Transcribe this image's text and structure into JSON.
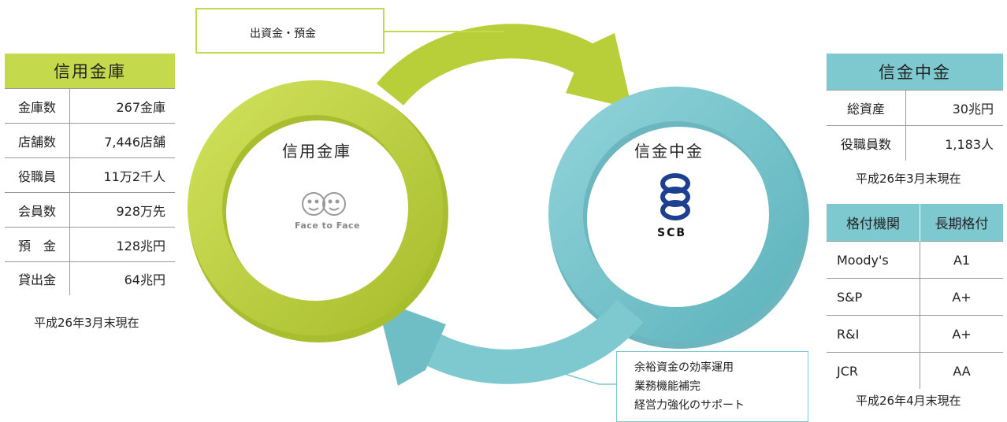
{
  "shinkin": {
    "title": "信用金庫",
    "rows": [
      {
        "label": "金庫数",
        "value": "267金庫"
      },
      {
        "label": "店舗数",
        "value": "7,446店舗"
      },
      {
        "label": "役職員",
        "value": "11万2千人"
      },
      {
        "label": "会員数",
        "value": "928万先"
      },
      {
        "label": "預　金",
        "value": "128兆円"
      },
      {
        "label": "貸出金",
        "value": "64兆円"
      }
    ],
    "note": "平成26年3月末現在"
  },
  "scb": {
    "title": "信金中金",
    "rows": [
      {
        "label": "総資産",
        "value": "30兆円"
      },
      {
        "label": "役職員数",
        "value": "1,183人"
      }
    ],
    "note": "平成26年3月末現在"
  },
  "ratings": {
    "headers": [
      "格付機関",
      "長期格付"
    ],
    "rows": [
      {
        "agency": "Moody's",
        "rating": "A1"
      },
      {
        "agency": "S&P",
        "rating": "A+"
      },
      {
        "agency": "R&I",
        "rating": "A+"
      },
      {
        "agency": "JCR",
        "rating": "AA"
      }
    ],
    "note": "平成26年4月末現在"
  },
  "diagram": {
    "left_circle_label": "信用金庫",
    "right_circle_label": "信金中金",
    "top_callout": "出資金・預金",
    "bottom_callout": [
      "余裕資金の効率運用",
      "業務機能補完",
      "経営力強化のサポート"
    ],
    "left_logo_text": "Face to Face",
    "right_logo_text": "SCB",
    "colors": {
      "green": "#c5d94c",
      "teal": "#7ec8cf"
    }
  }
}
